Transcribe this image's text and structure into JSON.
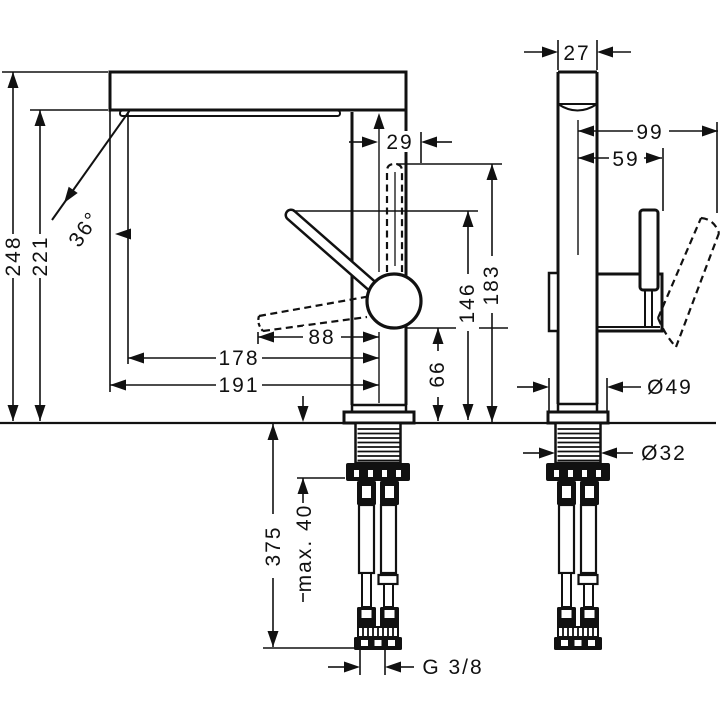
{
  "page": {
    "background": "#ffffff",
    "ink": "#111111"
  },
  "drawing": {
    "kind": "faucet installation dimension drawing",
    "views": {
      "left": "front elevation",
      "right": "side elevation"
    }
  },
  "labels": {
    "d248": "248",
    "d221": "221",
    "d36": "36°",
    "d29": "29",
    "d88": "88",
    "d178": "178",
    "d191": "191",
    "d66": "66",
    "d146": "146",
    "d183": "183",
    "d375": "375",
    "dmax40": "max. 40",
    "d27": "27",
    "d99": "99",
    "d59": "59",
    "dia49": "Ø49",
    "dia32": "Ø32",
    "g38": "G 3/8"
  }
}
